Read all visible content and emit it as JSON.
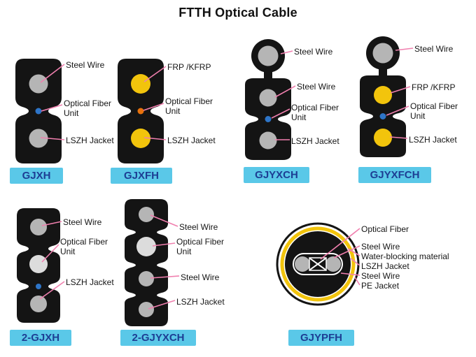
{
  "title": "FTTH Optical Cable",
  "colors": {
    "badge_bg": "#5ac8e8",
    "badge_text": "#1d3e94",
    "body": "#141414",
    "steel": "#b5b5b5",
    "frp_yellow": "#f2c40c",
    "fiber_blue": "#2e75c8",
    "fiber_orange": "#e8720c",
    "leader_pink": "#f07fae"
  },
  "cables": [
    {
      "badge": "GJXH",
      "labels": [
        "Steel Wire",
        "Optical Fiber Unit",
        "LSZH Jacket"
      ]
    },
    {
      "badge": "GJXFH",
      "labels": [
        "FRP /KFRP",
        "Optical Fiber Unit",
        "LSZH Jacket"
      ]
    },
    {
      "badge": "GJYXCH",
      "labels": [
        "Steel Wire",
        "Steel Wire",
        "Optical Fiber Unit",
        "LSZH Jacket"
      ]
    },
    {
      "badge": "GJYXFCH",
      "labels": [
        "Steel Wire",
        "FRP /KFRP",
        "Optical Fiber Unit",
        "LSZH Jacket"
      ]
    },
    {
      "badge": "2-GJXH",
      "labels": [
        "Steel Wire",
        "Optical Fiber Unit",
        "LSZH Jacket"
      ]
    },
    {
      "badge": "2-GJYXCH",
      "labels": [
        "Steel Wire",
        "Optical Fiber Unit",
        "Steel Wire",
        "LSZH Jacket"
      ]
    },
    {
      "badge": "GJYPFH",
      "labels": [
        "Optical Fiber",
        "Steel Wire",
        "Water-blocking material",
        "LSZH Jacket",
        "Steel Wire",
        "PE Jacket"
      ]
    }
  ]
}
